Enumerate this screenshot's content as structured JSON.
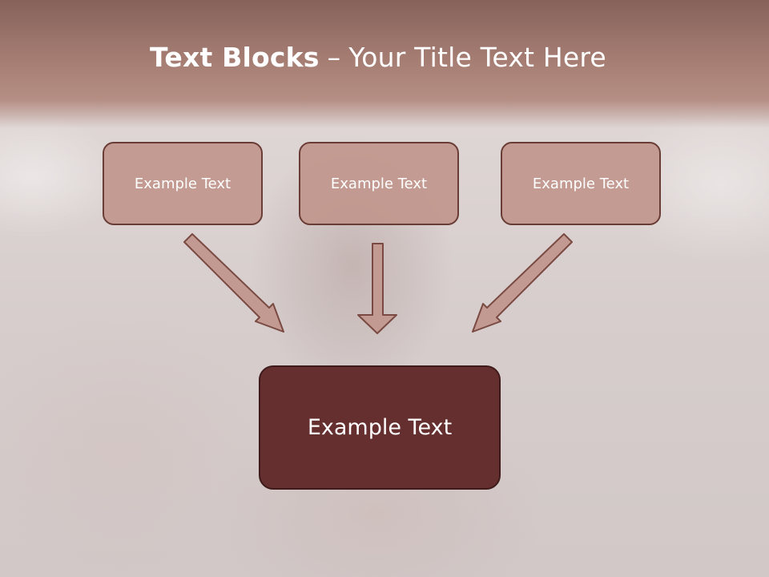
{
  "slide": {
    "title_strong": "Text Blocks",
    "title_separator": "–",
    "title_rest": "Your Title Text Here"
  },
  "blocks": [
    {
      "label": "Example Text"
    },
    {
      "label": "Example Text"
    },
    {
      "label": "Example Text"
    }
  ],
  "main_block": {
    "label": "Example Text"
  },
  "colors": {
    "header": "#a47c72",
    "small_block_fill": "#c1968c",
    "block_border": "#6a3c36",
    "main_block_fill": "#652f2f",
    "arrow_fill": "#c29a91",
    "arrow_stroke": "#7a4a42"
  }
}
